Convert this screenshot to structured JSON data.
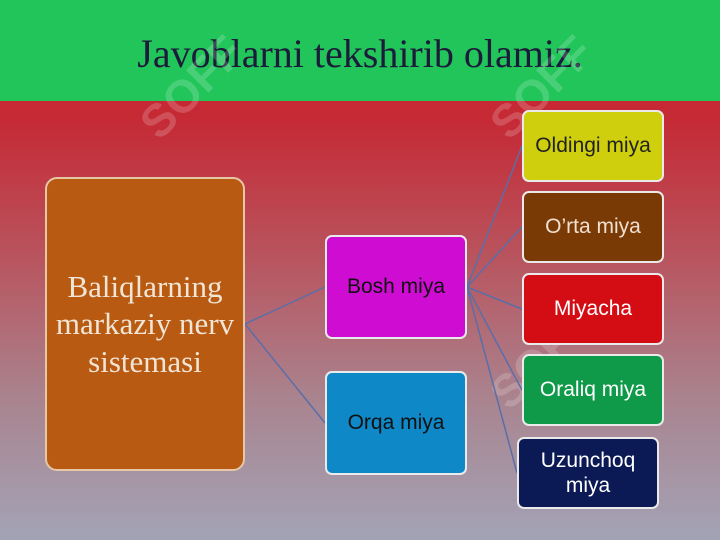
{
  "slide": {
    "title": "Javoblarni tekshirib olamiz."
  },
  "diagram": {
    "root": "Baliqlarning markaziy nerv sistemasi",
    "branches": [
      {
        "label": "Bosh miya",
        "children": [
          "Oldingi miya",
          "O’rta miya",
          "Miyacha",
          "Oraliq miya",
          "Uzunchoq miya"
        ]
      },
      {
        "label": "Orqa miya",
        "children": []
      }
    ]
  },
  "watermark": {
    "text": "SOFF"
  },
  "colors": {
    "header": "#22c55a",
    "background_top": "#cc2229",
    "background_bottom": "#a3a3b6",
    "root": "#b85a11",
    "bosh_miya": "#cf0cd2",
    "orqa_miya": "#0f88c8",
    "oldingi_miya": "#cfcf0d",
    "orta_miya": "#7a3a06",
    "miyacha": "#d40c14",
    "oraliq_miya": "#0e9a48",
    "uzunchoq_miya": "#0b1a55",
    "connector": "#5a6ea8"
  }
}
